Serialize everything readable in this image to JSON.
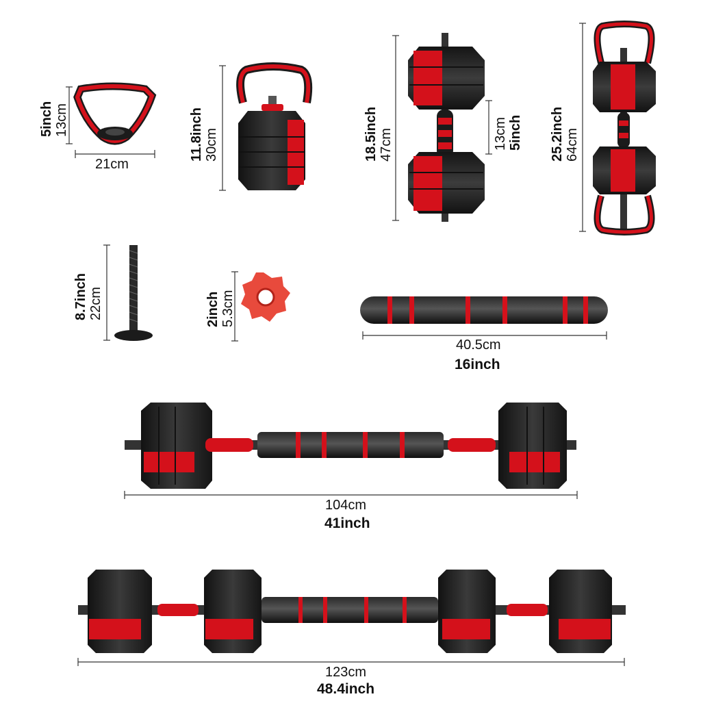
{
  "colors": {
    "red": "#d4111b",
    "black": "#1b1b1b",
    "steel": "#4a4a4a",
    "line": "#333333"
  },
  "parts": {
    "handle": {
      "width_label": "21cm",
      "height_inch": "5inch",
      "height_cm": "13cm"
    },
    "kettlebell": {
      "height_inch": "11.8inch",
      "height_cm": "30cm"
    },
    "dumbbell": {
      "height_inch": "18.5inch",
      "height_cm": "47cm",
      "grip_cm": "13cm",
      "grip_inch": "5inch"
    },
    "kettlebell_dumbbell": {
      "height_inch": "25.2inch",
      "height_cm": "64cm"
    },
    "threaded_rod": {
      "height_inch": "8.7inch",
      "height_cm": "22cm"
    },
    "lock_nut": {
      "height_inch": "2inch",
      "height_cm": "5.3cm"
    },
    "connecting_bar": {
      "length_cm": "40.5cm",
      "length_inch": "16inch"
    },
    "barbell": {
      "length_cm": "104cm",
      "length_inch": "41inch"
    },
    "long_barbell": {
      "length_cm": "123cm",
      "length_inch": "48.4inch"
    }
  }
}
